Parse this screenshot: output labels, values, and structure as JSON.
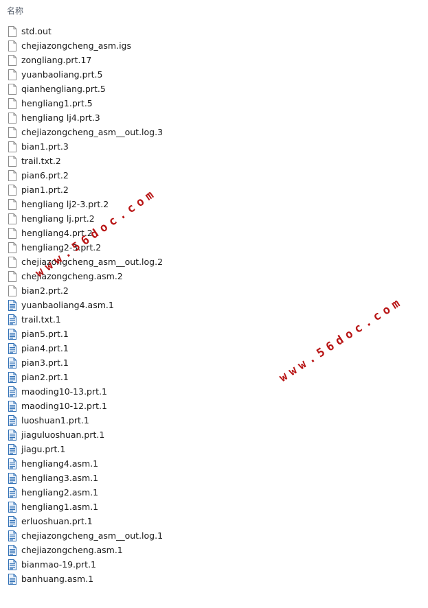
{
  "header": {
    "name_label": "名称"
  },
  "files": [
    {
      "name": "std.out",
      "icon": "blank-file-icon"
    },
    {
      "name": "chejiazongcheng_asm.igs",
      "icon": "blank-file-icon"
    },
    {
      "name": "zongliang.prt.17",
      "icon": "blank-file-icon"
    },
    {
      "name": "yuanbaoliang.prt.5",
      "icon": "blank-file-icon"
    },
    {
      "name": "qianhengliang.prt.5",
      "icon": "blank-file-icon"
    },
    {
      "name": "hengliang1.prt.5",
      "icon": "blank-file-icon"
    },
    {
      "name": "hengliang lj4.prt.3",
      "icon": "blank-file-icon"
    },
    {
      "name": "chejiazongcheng_asm__out.log.3",
      "icon": "blank-file-icon"
    },
    {
      "name": "bian1.prt.3",
      "icon": "blank-file-icon"
    },
    {
      "name": "trail.txt.2",
      "icon": "blank-file-icon"
    },
    {
      "name": "pian6.prt.2",
      "icon": "blank-file-icon"
    },
    {
      "name": "pian1.prt.2",
      "icon": "blank-file-icon"
    },
    {
      "name": "hengliang lj2-3.prt.2",
      "icon": "blank-file-icon"
    },
    {
      "name": "hengliang lj.prt.2",
      "icon": "blank-file-icon"
    },
    {
      "name": "hengliang4.prt.2",
      "icon": "blank-file-icon"
    },
    {
      "name": "hengliang2-3.prt.2",
      "icon": "blank-file-icon"
    },
    {
      "name": "chejiazongcheng_asm__out.log.2",
      "icon": "blank-file-icon"
    },
    {
      "name": "chejiazongcheng.asm.2",
      "icon": "blank-file-icon"
    },
    {
      "name": "bian2.prt.2",
      "icon": "blank-file-icon"
    },
    {
      "name": "yuanbaoliang4.asm.1",
      "icon": "document-file-icon"
    },
    {
      "name": "trail.txt.1",
      "icon": "document-file-icon"
    },
    {
      "name": "pian5.prt.1",
      "icon": "document-file-icon"
    },
    {
      "name": "pian4.prt.1",
      "icon": "document-file-icon"
    },
    {
      "name": "pian3.prt.1",
      "icon": "document-file-icon"
    },
    {
      "name": "pian2.prt.1",
      "icon": "document-file-icon"
    },
    {
      "name": "maoding10-13.prt.1",
      "icon": "document-file-icon"
    },
    {
      "name": "maoding10-12.prt.1",
      "icon": "document-file-icon"
    },
    {
      "name": "luoshuan1.prt.1",
      "icon": "document-file-icon"
    },
    {
      "name": "jiaguluoshuan.prt.1",
      "icon": "document-file-icon"
    },
    {
      "name": "jiagu.prt.1",
      "icon": "document-file-icon"
    },
    {
      "name": "hengliang4.asm.1",
      "icon": "document-file-icon"
    },
    {
      "name": "hengliang3.asm.1",
      "icon": "document-file-icon"
    },
    {
      "name": "hengliang2.asm.1",
      "icon": "document-file-icon"
    },
    {
      "name": "hengliang1.asm.1",
      "icon": "document-file-icon"
    },
    {
      "name": "erluoshuan.prt.1",
      "icon": "document-file-icon"
    },
    {
      "name": "chejiazongcheng_asm__out.log.1",
      "icon": "document-file-icon"
    },
    {
      "name": "chejiazongcheng.asm.1",
      "icon": "document-file-icon"
    },
    {
      "name": "bianmao-19.prt.1",
      "icon": "document-file-icon"
    },
    {
      "name": "banhuang.asm.1",
      "icon": "document-file-icon"
    }
  ],
  "watermarks": [
    "www.56doc.com",
    "www.56doc.com"
  ],
  "colors": {
    "watermark": "#b81414",
    "icon_blue": "#2f6fb5"
  }
}
